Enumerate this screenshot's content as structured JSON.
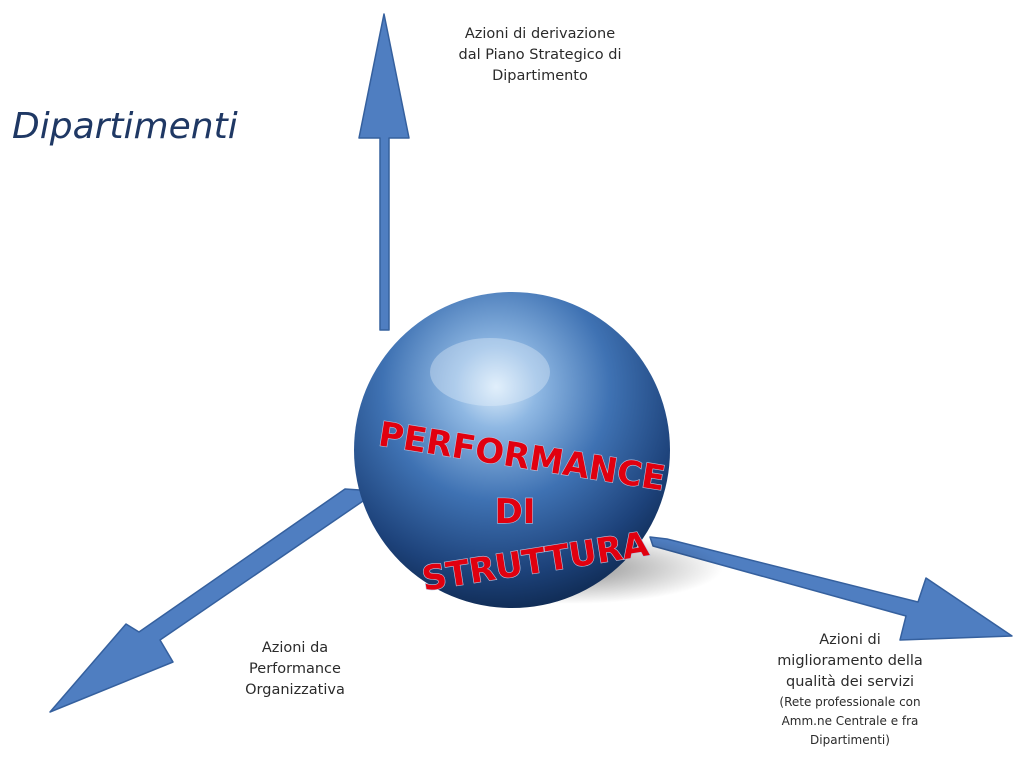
{
  "title": "Dipartimenti",
  "center": {
    "line1": "PERFORMANCE",
    "line2": "DI",
    "line3": "STRUTTURA"
  },
  "axes": {
    "top": {
      "lines": [
        "Azioni di derivazione",
        "dal Piano Strategico di",
        "Dipartimento"
      ]
    },
    "left": {
      "lines": [
        "Azioni da",
        "Performance",
        "Organizzativa"
      ]
    },
    "right": {
      "lines": [
        "Azioni di",
        "miglioramento della",
        "qualità dei servizi"
      ],
      "notes": [
        "(Rete professionale con",
        "Amm.ne Centrale e fra",
        "Dipartimenti)"
      ]
    }
  },
  "colors": {
    "arrow_fill": "#4f7ec1",
    "arrow_stroke": "#35609e",
    "sphere_light": "#c3ddf5",
    "sphere_mid": "#3f72b3",
    "sphere_dark": "#0f2a52",
    "center_text": "#e1000f",
    "title": "#1f3864"
  }
}
